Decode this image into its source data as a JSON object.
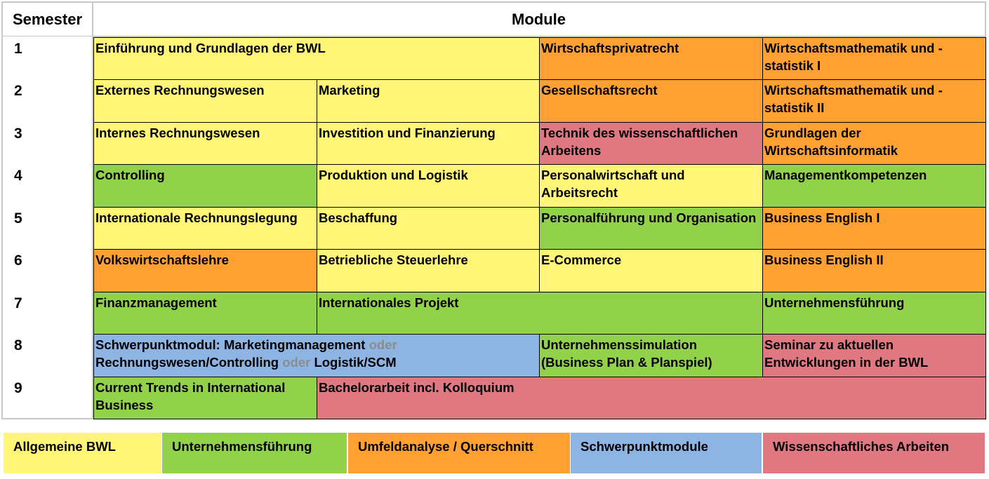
{
  "header": {
    "semester": "Semester",
    "module": "Module"
  },
  "semesters": [
    "1",
    "2",
    "3",
    "4",
    "5",
    "6",
    "7",
    "8",
    "9"
  ],
  "modules": {
    "s1": [
      "Einführung und Grundlagen der BWL",
      "Wirtschaftsprivatrecht",
      "Wirtschaftsmathematik und -statistik I"
    ],
    "s2": [
      "Externes Rechnungswesen",
      "Marketing",
      "Gesellschaftsrecht",
      "Wirtschaftsmathematik und -statistik II"
    ],
    "s3": [
      "Internes Rechnungswesen",
      "Investition und Finanzierung",
      "Technik des wissenschaftlichen Arbeitens",
      "Grundlagen der Wirtschaftsinformatik"
    ],
    "s4": [
      "Controlling",
      "Produktion und Logistik",
      "Personalwirtschaft und Arbeitsrecht",
      "Managementkompetenzen"
    ],
    "s5": [
      "Internationale Rechnungslegung",
      "Beschaffung",
      "Personalführung und Organisation",
      "Business English I"
    ],
    "s6": [
      "Volkswirtschaftslehre",
      "Betriebliche Steuerlehre",
      "E-Commerce",
      "Business English II"
    ],
    "s7": [
      "Finanzmanagement",
      "Internationales Projekt",
      "Unternehmensführung"
    ],
    "s8": {
      "schwerpunkt": [
        "Schwerpunktmodul: Marketingmanagement",
        "oder",
        "Rechnungswesen/Controlling",
        "oder",
        "Logistik/SCM"
      ],
      "simulation": "Unternehmenssimulation (Business Plan & Planspiel)",
      "seminar": "Seminar zu aktuellen Entwicklungen in der BWL"
    },
    "s9": [
      "Current Trends in International Business",
      "Bachelorarbeit incl. Kolloquium"
    ]
  },
  "legend": [
    "Allgemeine BWL",
    "Unternehmensführung",
    "Umfeldanalyse / Querschnitt",
    "Schwerpunktmodule",
    "Wissenschaftliches Arbeiten"
  ],
  "colors": {
    "allgemeine_bwl": "#fff677",
    "unternehmensfuehrung": "#92d14a",
    "umfeldanalyse": "#ffa033",
    "schwerpunkt": "#8eb4e3",
    "wissenschaftlich": "#e07882",
    "oder_text": "#8c8c8c"
  }
}
